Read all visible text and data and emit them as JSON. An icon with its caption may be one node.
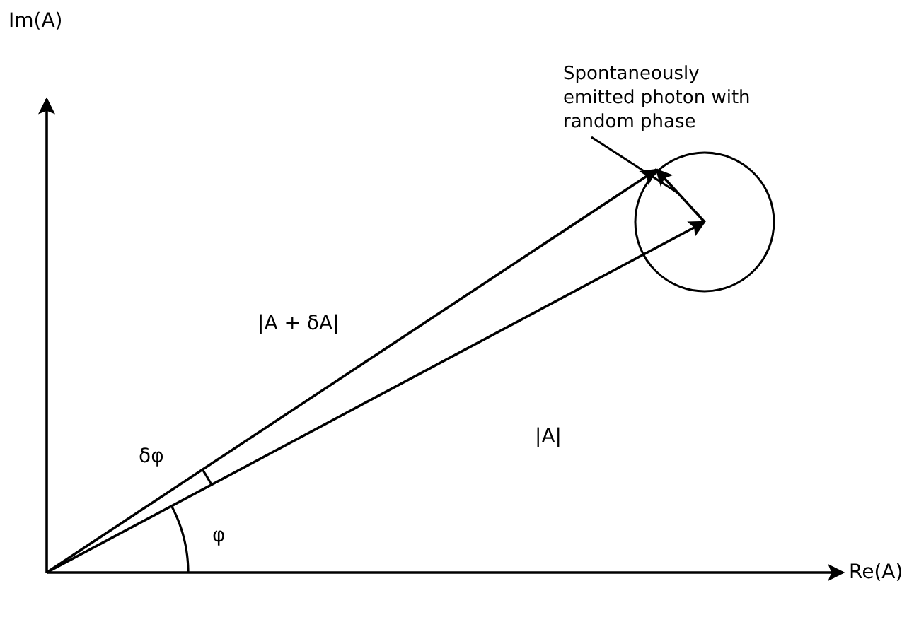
{
  "diagram": {
    "nodes": [
      {
        "text": [
          "Spontaneously emitted photon with random phase"
        ]
      },
      {
        "text": [],
        "shape": "arrow"
      }
    ],
    "edges": [
      {
        "from": 0,
        "to": 1,
        "arrow": "none"
      }
    ],
    "labels": [
      "Im(A)",
      "Re(A)",
      "|A + δA|",
      "|A|",
      "δφ",
      "φ"
    ]
  }
}
